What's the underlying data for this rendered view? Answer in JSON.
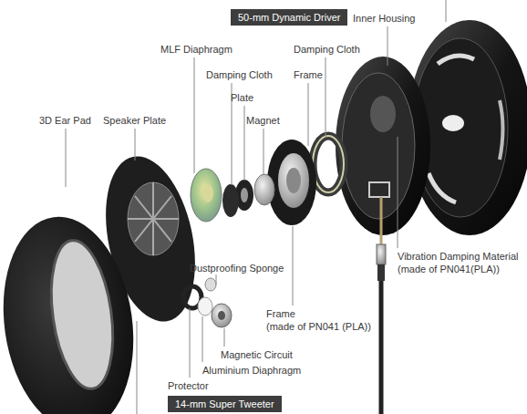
{
  "diagram": {
    "nodes": [
      {
        "text": [
          "50-mm Dynamic Driver"
        ]
      },
      {
        "text": [
          "14-mm Super Tweeter"
        ]
      }
    ],
    "labels": [
      "Inner Housing",
      "MLF Diaphragm",
      "Damping Cloth",
      "Damping Cloth",
      "Frame",
      "Plate",
      "3D Ear Pad",
      "Speaker Plate",
      "Magnet",
      "Vibration Damping Material (made of PN041(PLA))",
      "Dustproofing Sponge",
      "Frame (made of PN041 (PLA))",
      "Magnetic Circuit",
      "Aluminium Diaphragm",
      "Protector"
    ]
  }
}
